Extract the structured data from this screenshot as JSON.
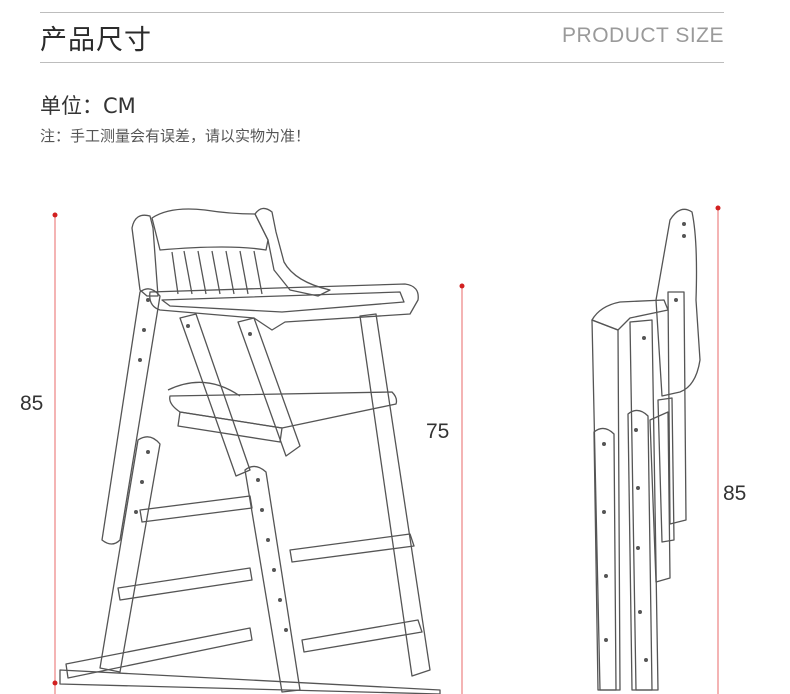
{
  "header": {
    "title_cn": "产品尺寸",
    "title_en": "PRODUCT SIZE"
  },
  "info": {
    "unit": "单位：CM",
    "note": "注：手工测量会有误差，请以实物为准！"
  },
  "dimensions": {
    "front_total_height": "85",
    "front_tray_height": "75",
    "side_height": "85"
  },
  "colors": {
    "dimension_line": "#e86a6a",
    "dimension_dot": "#d22020",
    "line_art": "#555555"
  }
}
